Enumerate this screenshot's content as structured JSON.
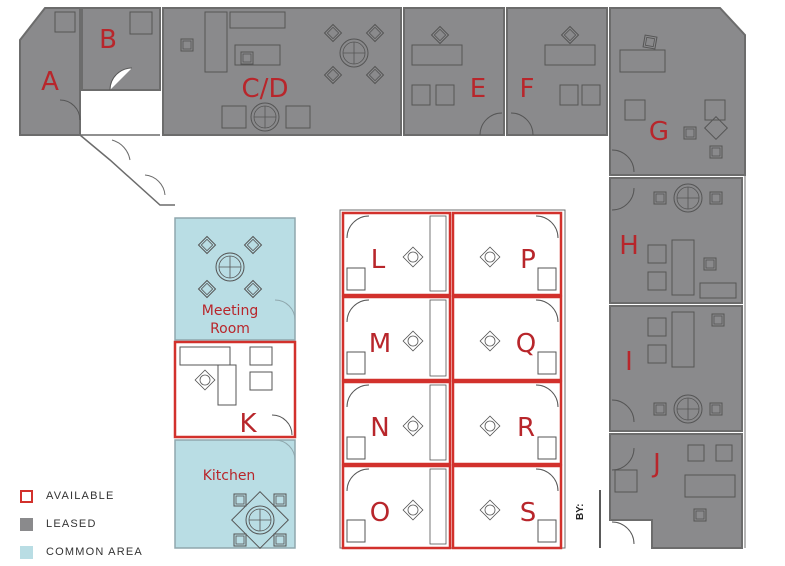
{
  "colors": {
    "leased": "#8a8a8c",
    "available_border": "#d2312c",
    "common": "#b9dde4",
    "letter": "#b8262b",
    "wall": "#6c6c6c",
    "furniture": "#555555"
  },
  "rooms": {
    "A": "A",
    "B": "B",
    "CD": "C/D",
    "E": "E",
    "F": "F",
    "G": "G",
    "H": "H",
    "I": "I",
    "J": "J",
    "K": "K",
    "L": "L",
    "M": "M",
    "N": "N",
    "O": "O",
    "P": "P",
    "Q": "Q",
    "R": "R",
    "S": "S"
  },
  "areas": {
    "meeting_line1": "Meeting",
    "meeting_line2": "Room",
    "kitchen": "Kitchen"
  },
  "legend": [
    {
      "label": "AVAILABLE",
      "status": "available"
    },
    {
      "label": "LEASED",
      "status": "leased"
    },
    {
      "label": "COMMON AREA",
      "status": "common"
    }
  ],
  "by_label": "BY:"
}
